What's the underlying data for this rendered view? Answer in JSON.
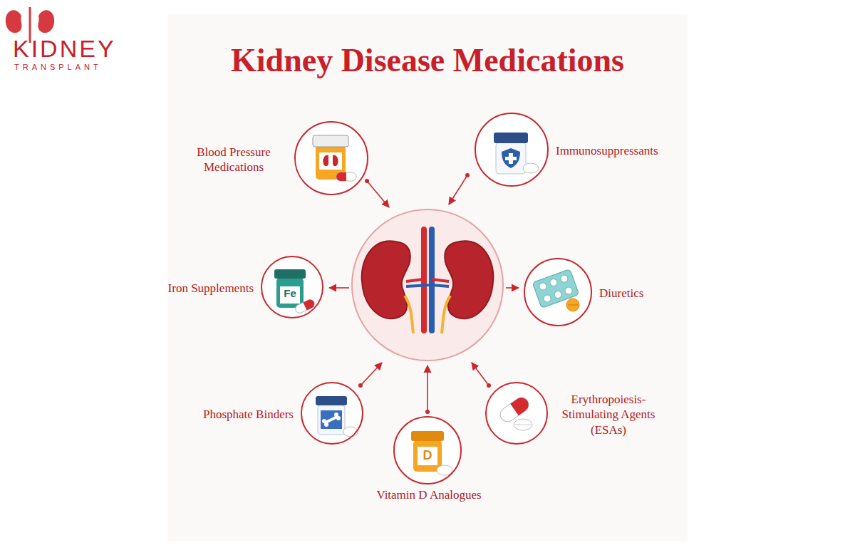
{
  "diagram": {
    "title": "Kidney Disease Medications",
    "nodes": [
      {
        "text": [
          "Blood Pressure Medications"
        ]
      },
      {
        "text": [
          "Immunosuppressants"
        ]
      },
      {
        "text": [
          "Iron Supplements"
        ]
      },
      {
        "text": [
          "Diuretics"
        ]
      },
      {
        "text": [
          "Phosphate Binders"
        ]
      },
      {
        "text": [
          "Erythropoiesis- Stimulating Agents (ESAs)"
        ]
      },
      {
        "text": [
          "Vitamin D Analogues"
        ]
      }
    ],
    "labels": [
      "KIDNEY",
      "TRANSPLANT",
      "Fe",
      "D"
    ]
  }
}
